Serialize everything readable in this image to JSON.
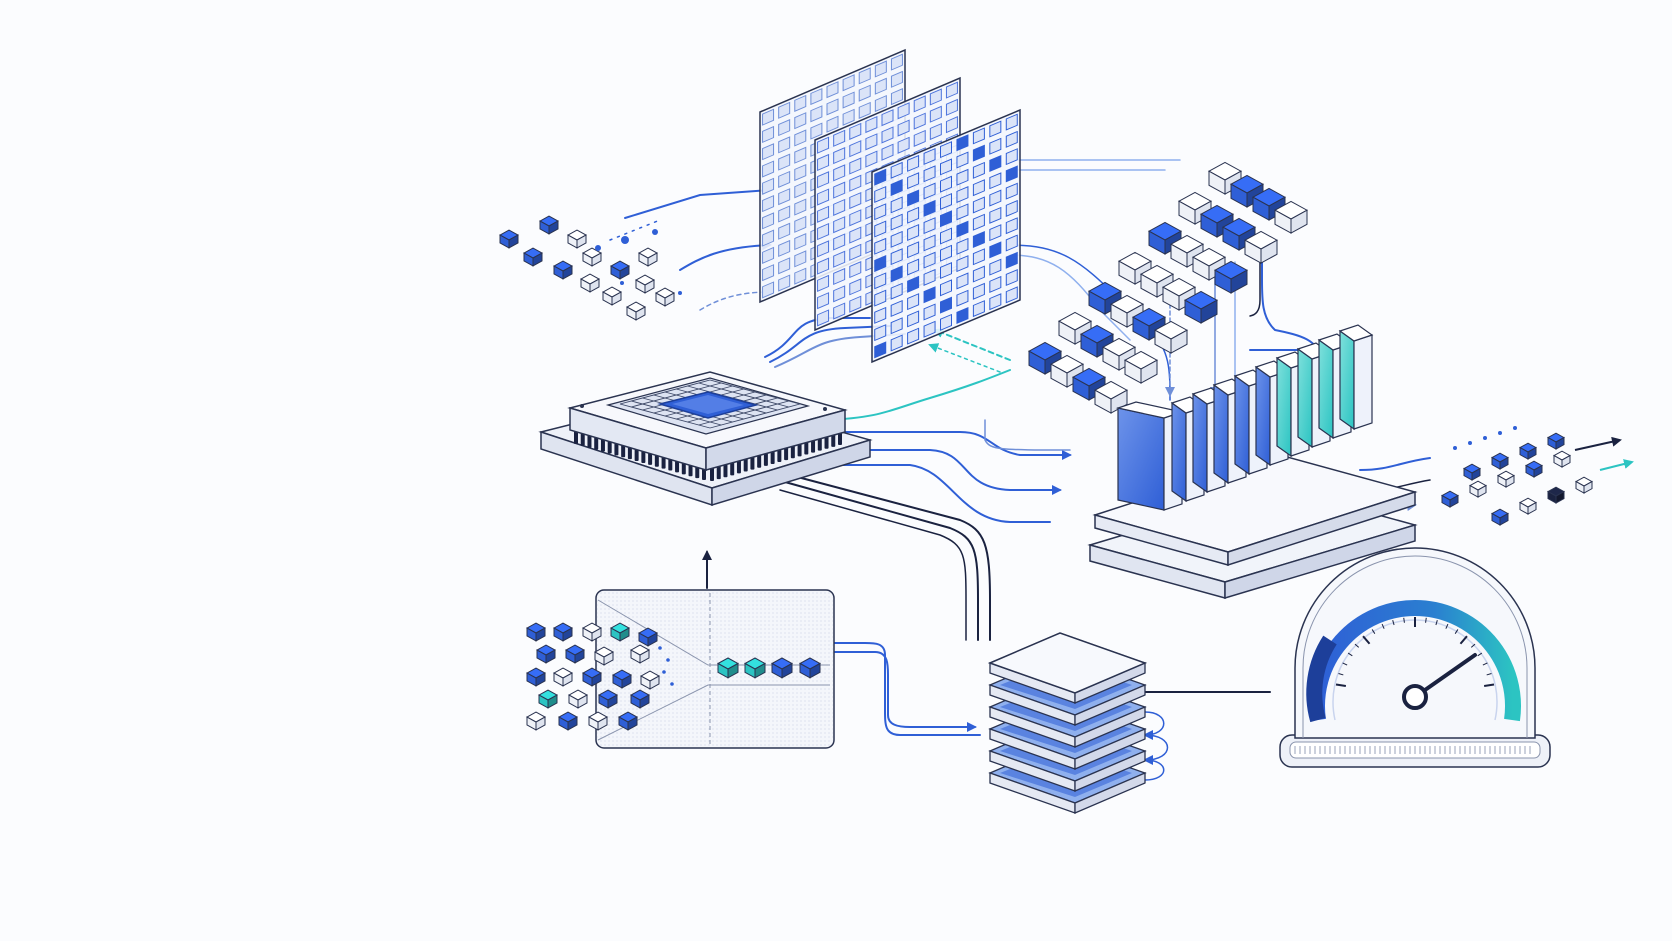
{
  "diagram": {
    "text": [],
    "palette": {
      "blue": "#2f5fd6",
      "blue_dark": "#1d3f9a",
      "blue_light": "#8fb0ee",
      "teal": "#2cc4c2",
      "navy": "#1a2240",
      "outline": "#2a3350",
      "panel": "#f4f6fb"
    },
    "components": [
      {
        "id": "processor-chip",
        "icon": "cpu-chip-icon"
      },
      {
        "id": "input-data-stream",
        "icon": "data-cubes-icon"
      },
      {
        "id": "matrix-layers",
        "icon": "grid-layers-icon"
      },
      {
        "id": "weight-cube-array",
        "icon": "cube-array-icon"
      },
      {
        "id": "processing-unit-bank",
        "icon": "card-bank-icon"
      },
      {
        "id": "output-data-stream",
        "icon": "data-cubes-icon"
      },
      {
        "id": "compression-funnel",
        "icon": "funnel-icon"
      },
      {
        "id": "memory-stack",
        "icon": "layer-stack-icon"
      },
      {
        "id": "performance-gauge",
        "icon": "speedometer-icon"
      }
    ]
  }
}
